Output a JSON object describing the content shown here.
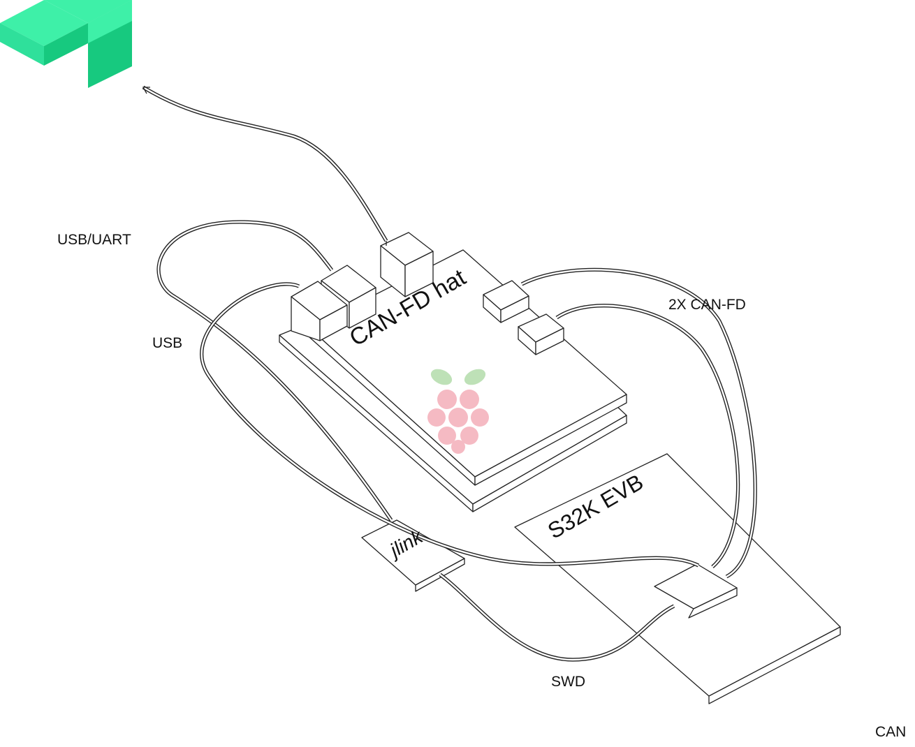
{
  "labels": {
    "usb_uart": "USB/UART",
    "usb": "USB",
    "can_fd": "2X CAN-FD",
    "swd": "SWD",
    "can": "CAN"
  },
  "boards": {
    "hat": "CAN-FD hat",
    "evb": "S32K EVB",
    "jlink": "jlink"
  },
  "colors": {
    "logo_light": "#3ef0a8",
    "logo_dark": "#17c97f",
    "raspberry_leaf": "#a9d7a0",
    "raspberry_fruit": "#f2a3b0",
    "line": "#222222"
  },
  "icons": {
    "logo": "brand-logo-icon",
    "raspberry": "raspberry-pi-icon"
  }
}
